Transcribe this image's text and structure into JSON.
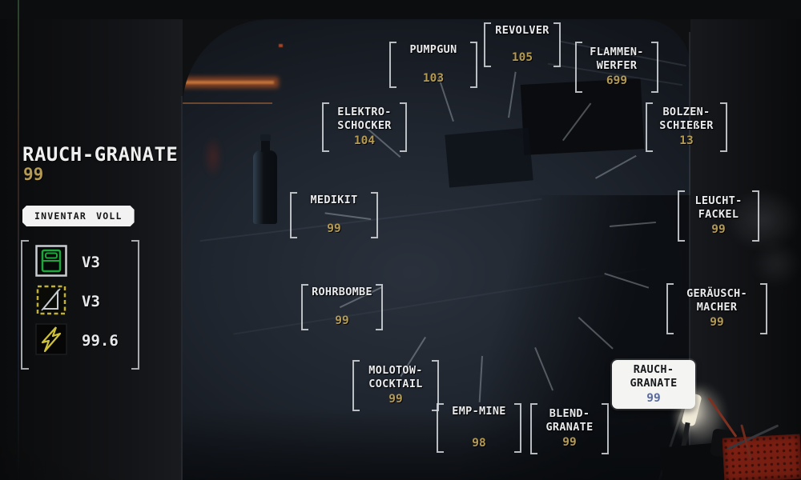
{
  "hud": {
    "selected_item": {
      "title": "RAUCH-GRANATE",
      "count": "99"
    },
    "inventory_badge": "INVENTAR VOLL",
    "gadgets": [
      {
        "icon": "access-tuner-icon",
        "label": "V3"
      },
      {
        "icon": "motion-tracker-icon",
        "label": "V3"
      },
      {
        "icon": "flashlight-charge-icon",
        "label": "99.6"
      }
    ]
  },
  "wheel": {
    "items": [
      {
        "id": "revolver",
        "label": "REVOLVER",
        "count": "105",
        "selected": false
      },
      {
        "id": "pumpgun",
        "label": "PUMPGUN",
        "count": "103",
        "selected": false
      },
      {
        "id": "flammenwerfer",
        "label": "FLAMMEN-\nWERFER",
        "count": "699",
        "selected": false
      },
      {
        "id": "elektroschocker",
        "label": "ELEKTRO-\nSCHOCKER",
        "count": "104",
        "selected": false
      },
      {
        "id": "bolzenschiesser",
        "label": "BOLZEN-\nSCHIEßER",
        "count": "13",
        "selected": false
      },
      {
        "id": "medikit",
        "label": "MEDIKIT",
        "count": "99",
        "selected": false
      },
      {
        "id": "leuchtfackel",
        "label": "LEUCHT-\nFACKEL",
        "count": "99",
        "selected": false
      },
      {
        "id": "rohrbombe",
        "label": "ROHRBOMBE",
        "count": "99",
        "selected": false
      },
      {
        "id": "geraeuschmacher",
        "label": "GERÄUSCH-\nMACHER",
        "count": "99",
        "selected": false
      },
      {
        "id": "molotowcocktail",
        "label": "MOLOTOW-\nCOCKTAIL",
        "count": "99",
        "selected": false
      },
      {
        "id": "empmine",
        "label": "EMP-MINE",
        "count": "98",
        "selected": false
      },
      {
        "id": "blendgranate",
        "label": "BLEND-\nGRANATE",
        "count": "99",
        "selected": false
      },
      {
        "id": "rauchgranate",
        "label": "RAUCH-\nGRANATE",
        "count": "99",
        "selected": true
      }
    ]
  },
  "colors": {
    "count_gold": "#b49a52",
    "selected_count_blue": "#5a6b9e",
    "bracket_white": "#d6dade",
    "badge_bg": "#f2f2f2",
    "badge_text": "#141414",
    "gadget_green": "#1ea53c",
    "gadget_yellow": "#bfb13c",
    "glow_orange": "#c0733a",
    "crate_red": "#7c1f12"
  }
}
